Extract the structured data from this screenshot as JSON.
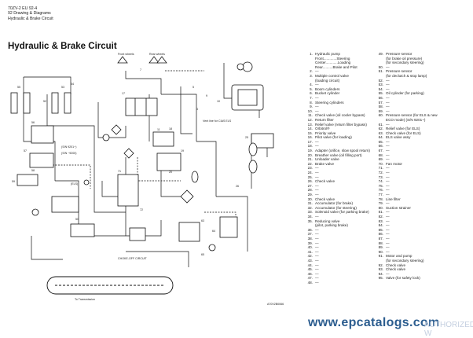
{
  "header": {
    "line1": "70ZV-2 EU 92-4",
    "line2": "92 Drawing & Diagrams",
    "line3": "Hydraulic & Brake Circuit"
  },
  "title": "Hydraulic & Brake Circuit",
  "diagram": {
    "labels": [
      "52",
      "53",
      "54",
      "55",
      "56",
      "57",
      "58",
      "59",
      "9",
      "10",
      "11",
      "17",
      "18",
      "19",
      "20",
      "25",
      "26",
      "71",
      "72",
      "50",
      "63",
      "64",
      "65",
      "5",
      "3",
      "7"
    ],
    "notes": [
      "Front wheels",
      "Rear wheels",
      "Vent line for CIAS ELS",
      "(S/N 9201~)",
      "(S/N ~9200)",
      "(ELS)",
      "CHOKE-OFF CIRCUIT",
      "To Transmission"
    ],
    "code": "A70V2B0066"
  },
  "legend_left": [
    {
      "n": "1.",
      "t": "Hydraulic pump"
    },
    {
      "n": "",
      "t": "Front.............Steering"
    },
    {
      "n": "",
      "t": "Center............Loading"
    },
    {
      "n": "",
      "t": "Rear..........Brake and Pilot"
    },
    {
      "n": "2.",
      "t": "—"
    },
    {
      "n": "3.",
      "t": "Multiple control valve"
    },
    {
      "n": "",
      "t": "(loading circuit)"
    },
    {
      "n": "4.",
      "t": "—"
    },
    {
      "n": "5.",
      "t": "Boom cylinders"
    },
    {
      "n": "6.",
      "t": "Bucket cylinder"
    },
    {
      "n": "7.",
      "t": "—"
    },
    {
      "n": "8.",
      "t": "Steering cylinders"
    },
    {
      "n": "9.",
      "t": "—"
    },
    {
      "n": "10.",
      "t": "—"
    },
    {
      "n": "11.",
      "t": "Check valve (oil cooler bypass)"
    },
    {
      "n": "12.",
      "t": "Return filter"
    },
    {
      "n": "13.",
      "t": "Relief valve (return filter bypass)"
    },
    {
      "n": "14.",
      "t": "Orbitrol®"
    },
    {
      "n": "15.",
      "t": "Priority valve"
    },
    {
      "n": "16.",
      "t": "Pilot valve (for loading)"
    },
    {
      "n": "17.",
      "t": "—"
    },
    {
      "n": "18.",
      "t": "—"
    },
    {
      "n": "19.",
      "t": "Adapter (orifice, slow spool return)"
    },
    {
      "n": "20.",
      "t": "Breather valve (oil filling port)"
    },
    {
      "n": "21.",
      "t": "Unloader valve"
    },
    {
      "n": "22.",
      "t": "Brake valve"
    },
    {
      "n": "23.",
      "t": "—"
    },
    {
      "n": "24.",
      "t": "—"
    },
    {
      "n": "25.",
      "t": "—"
    },
    {
      "n": "26.",
      "t": "Check valve"
    },
    {
      "n": "27.",
      "t": "—"
    },
    {
      "n": "28.",
      "t": "—"
    },
    {
      "n": "29.",
      "t": "—"
    },
    {
      "n": "30.",
      "t": "Check valve"
    },
    {
      "n": "31.",
      "t": "Accumulator (for brake)"
    },
    {
      "n": "32.",
      "t": "Accumulator (for steering)"
    },
    {
      "n": "33.",
      "t": "Solenoid valve (for parking brake)"
    },
    {
      "n": "34.",
      "t": "—"
    },
    {
      "n": "35.",
      "t": "Reducing valve"
    },
    {
      "n": "",
      "t": "(pilot, parking brake)"
    },
    {
      "n": "36.",
      "t": "—"
    },
    {
      "n": "37.",
      "t": "—"
    },
    {
      "n": "38.",
      "t": "—"
    },
    {
      "n": "39.",
      "t": "—"
    },
    {
      "n": "40.",
      "t": "—"
    },
    {
      "n": "41.",
      "t": "—"
    },
    {
      "n": "42.",
      "t": "—"
    },
    {
      "n": "43.",
      "t": "—"
    },
    {
      "n": "44.",
      "t": "—"
    },
    {
      "n": "45.",
      "t": "—"
    },
    {
      "n": "46.",
      "t": "—"
    },
    {
      "n": "47.",
      "t": "—"
    },
    {
      "n": "48.",
      "t": "—"
    }
  ],
  "legend_right": [
    {
      "n": "49.",
      "t": "Pressure sensor"
    },
    {
      "n": "",
      "t": "(for brake oil pressure)"
    },
    {
      "n": "",
      "t": "(for secondary steering)"
    },
    {
      "n": "50.",
      "t": "—"
    },
    {
      "n": "51.",
      "t": "Pressure sensor"
    },
    {
      "n": "",
      "t": "(for declutch & stop lamp)"
    },
    {
      "n": "52.",
      "t": "—"
    },
    {
      "n": "53.",
      "t": "—"
    },
    {
      "n": "54.",
      "t": "—"
    },
    {
      "n": "55.",
      "t": "Oil cylinder (for parking)"
    },
    {
      "n": "56.",
      "t": "—"
    },
    {
      "n": "57.",
      "t": "—"
    },
    {
      "n": "58.",
      "t": "—"
    },
    {
      "n": "59.",
      "t": "—"
    },
    {
      "n": "60.",
      "t": "Pressure sensor (for ELS & new"
    },
    {
      "n": "",
      "t": "ECO mode) (S/N 9201~)"
    },
    {
      "n": "61.",
      "t": "—"
    },
    {
      "n": "62.",
      "t": "Relief valve (for ELS)"
    },
    {
      "n": "63.",
      "t": "Check valve (for ELS)"
    },
    {
      "n": "64.",
      "t": "ELS valve assy"
    },
    {
      "n": "65.",
      "t": "—"
    },
    {
      "n": "66.",
      "t": "—"
    },
    {
      "n": "67.",
      "t": "—"
    },
    {
      "n": "68.",
      "t": "—"
    },
    {
      "n": "69.",
      "t": "—"
    },
    {
      "n": "70.",
      "t": "Fan motor"
    },
    {
      "n": "71.",
      "t": "—"
    },
    {
      "n": "72.",
      "t": "—"
    },
    {
      "n": "73.",
      "t": "—"
    },
    {
      "n": "74.",
      "t": "—"
    },
    {
      "n": "75.",
      "t": "—"
    },
    {
      "n": "76.",
      "t": "—"
    },
    {
      "n": "77.",
      "t": "—"
    },
    {
      "n": "78.",
      "t": "Line filter"
    },
    {
      "n": "79.",
      "t": "—"
    },
    {
      "n": "80.",
      "t": "Suction strainer"
    },
    {
      "n": "81.",
      "t": "—"
    },
    {
      "n": "82.",
      "t": "—"
    },
    {
      "n": "83.",
      "t": "—"
    },
    {
      "n": "84.",
      "t": "—"
    },
    {
      "n": "85.",
      "t": "—"
    },
    {
      "n": "86.",
      "t": "—"
    },
    {
      "n": "87.",
      "t": "—"
    },
    {
      "n": "88.",
      "t": "—"
    },
    {
      "n": "89.",
      "t": "—"
    },
    {
      "n": "90.",
      "t": "—"
    },
    {
      "n": "91.",
      "t": "Motor and pump"
    },
    {
      "n": "",
      "t": "(for secondary steering)"
    },
    {
      "n": "92.",
      "t": "Check valve"
    },
    {
      "n": "93.",
      "t": "Check valve"
    },
    {
      "n": "94.",
      "t": "—"
    },
    {
      "n": "95.",
      "t": "Valve (for safety lock)"
    }
  ],
  "watermark": "www.epcatalogs.com",
  "watermark_faint": "AUTHORIZED W",
  "colors": {
    "ink": "#111111",
    "watermark": "#2c5d8f"
  }
}
